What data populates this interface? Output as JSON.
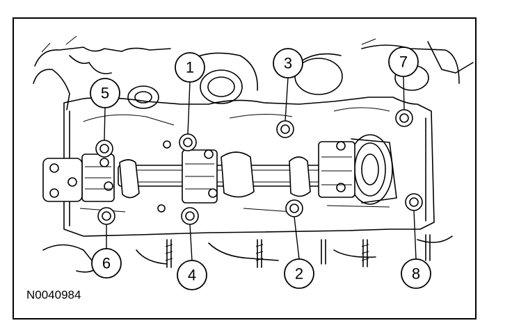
{
  "figure_id": "N0040984",
  "callouts": [
    {
      "label": "1"
    },
    {
      "label": "2"
    },
    {
      "label": "3"
    },
    {
      "label": "4"
    },
    {
      "label": "5"
    },
    {
      "label": "6"
    },
    {
      "label": "7"
    },
    {
      "label": "8"
    }
  ],
  "colors": {
    "line": "#000000",
    "background": "#ffffff"
  }
}
